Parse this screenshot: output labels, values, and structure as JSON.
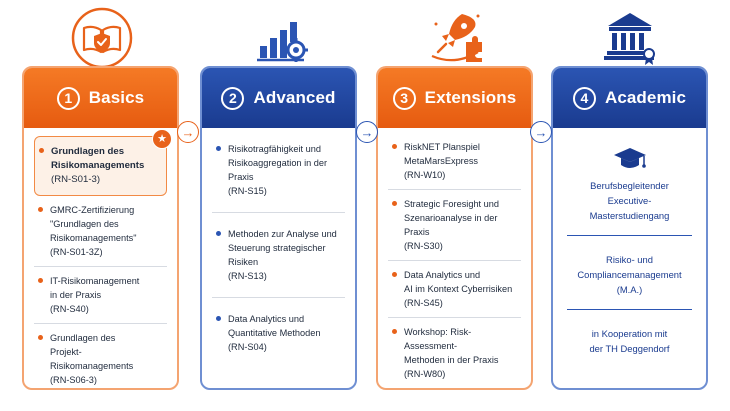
{
  "columns": [
    {
      "number": "1",
      "title": "Basics",
      "icon": "book-shield-icon",
      "color": "#e8621a",
      "items": [
        {
          "lines": [
            "Grundlagen des",
            "Risikomanagements",
            "(RN-S01-3)"
          ],
          "featured": true,
          "badge": "★"
        },
        {
          "lines": [
            "GMRC-Zertifizierung",
            "\"Grundlagen des",
            "Risikomanagements\"",
            "(RN-S01-3Z)"
          ]
        },
        {
          "lines": [
            "IT-Risikomanagement",
            "in der Praxis",
            "(RN-S40)"
          ]
        },
        {
          "lines": [
            "Grundlagen des",
            "Projekt-Risikomanagements",
            "(RN-S06-3)"
          ]
        }
      ]
    },
    {
      "number": "2",
      "title": "Advanced",
      "icon": "bar-chart-gear-icon",
      "color": "#2b55b3",
      "items": [
        {
          "lines": [
            "Risikotragfähigkeit und",
            "Risikoaggregation in der Praxis",
            "(RN-S15)"
          ]
        },
        {
          "lines": [
            "Methoden zur Analyse und",
            "Steuerung strategischer",
            "Risiken",
            "(RN-S13)"
          ]
        },
        {
          "lines": [
            "Data Analytics und",
            "Quantitative Methoden",
            "(RN-S04)"
          ]
        }
      ]
    },
    {
      "number": "3",
      "title": "Extensions",
      "icon": "rocket-puzzle-icon",
      "color": "#e8621a",
      "items": [
        {
          "lines": [
            "RiskNET Planspiel",
            "MetaMarsExpress",
            "(RN-W10)"
          ]
        },
        {
          "lines": [
            "Strategic Foresight und",
            "Szenarioanalyse in der",
            "Praxis",
            "(RN-S30)"
          ]
        },
        {
          "lines": [
            "Data Analytics und",
            "AI im Kontext Cyberrisiken",
            "(RN-S45)"
          ]
        },
        {
          "lines": [
            "Workshop: Risk-Assessment-",
            "Methoden in der Praxis",
            "(RN-W80)"
          ]
        }
      ]
    },
    {
      "number": "4",
      "title": "Academic",
      "icon": "university-building-icon",
      "color": "#2b55b3",
      "blocks": [
        {
          "lines": [
            "Berufsbegleitender",
            "Executive-Masterstudiengang"
          ]
        },
        {
          "lines": [
            "Risiko- und",
            "Compliancemanagement (M.A.)"
          ]
        },
        {
          "lines": [
            "in Kooperation mit",
            "der TH Deggendorf"
          ]
        }
      ]
    }
  ],
  "arrows": [
    "→",
    "→",
    "→"
  ]
}
